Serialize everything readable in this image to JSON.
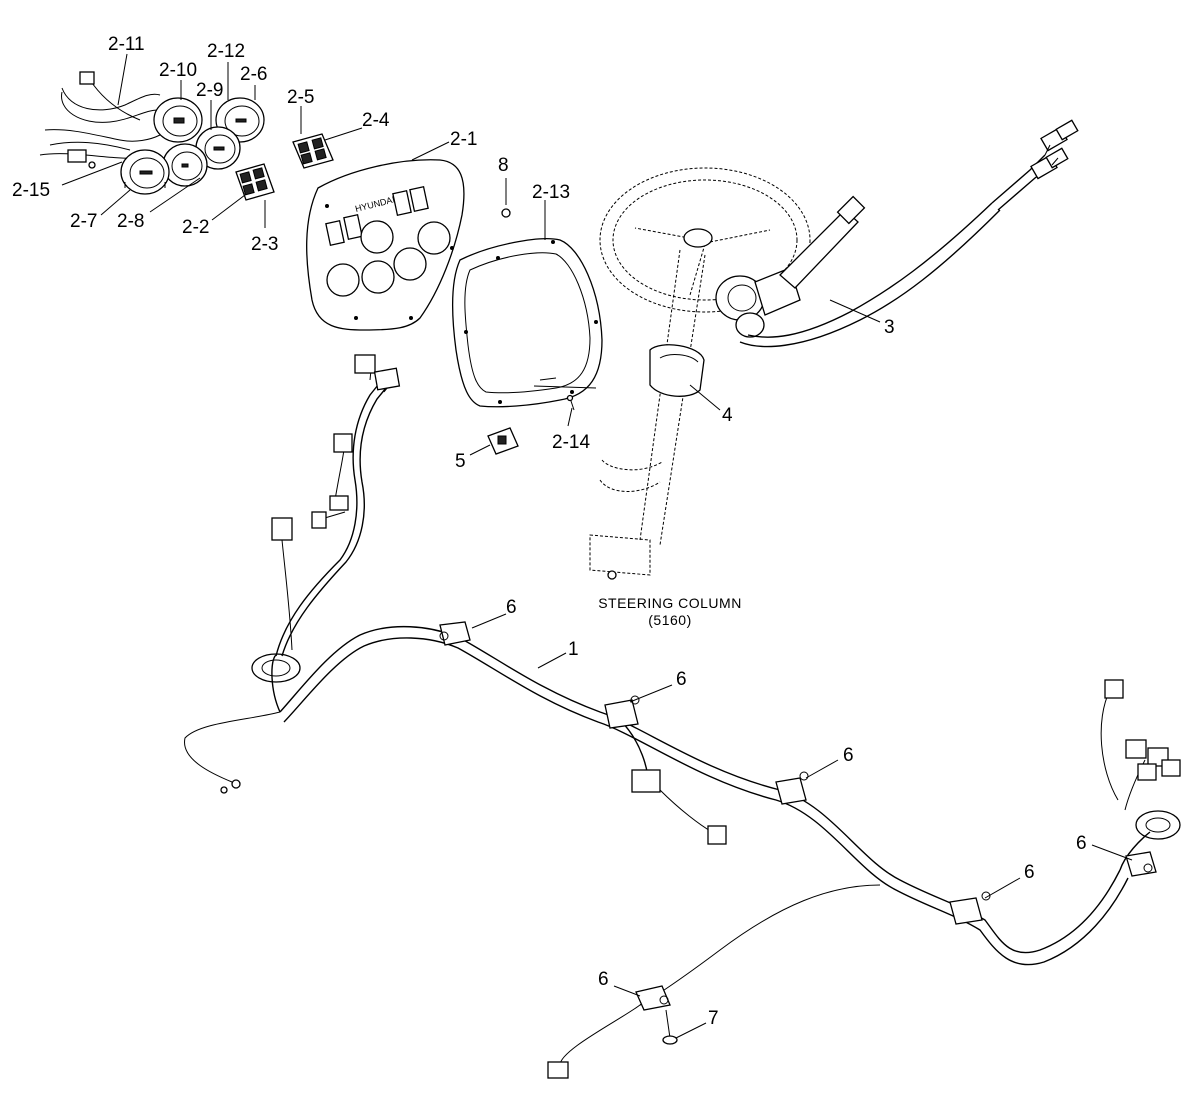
{
  "caption": {
    "title": "STEERING COLUMN",
    "ref": "(5160)"
  },
  "panel_text": "HYUNDAI",
  "callouts": [
    {
      "id": "c_2_11",
      "text": "2-11"
    },
    {
      "id": "c_2_10",
      "text": "2-10"
    },
    {
      "id": "c_2_12",
      "text": "2-12"
    },
    {
      "id": "c_2_9",
      "text": "2-9"
    },
    {
      "id": "c_2_6",
      "text": "2-6"
    },
    {
      "id": "c_2_5",
      "text": "2-5"
    },
    {
      "id": "c_2_4",
      "text": "2-4"
    },
    {
      "id": "c_2_1",
      "text": "2-1"
    },
    {
      "id": "c_2_15",
      "text": "2-15"
    },
    {
      "id": "c_2_7",
      "text": "2-7"
    },
    {
      "id": "c_2_8",
      "text": "2-8"
    },
    {
      "id": "c_2_2",
      "text": "2-2"
    },
    {
      "id": "c_2_3",
      "text": "2-3"
    },
    {
      "id": "c_8",
      "text": "8"
    },
    {
      "id": "c_2_13",
      "text": "2-13"
    },
    {
      "id": "c_3",
      "text": "3"
    },
    {
      "id": "c_4",
      "text": "4"
    },
    {
      "id": "c_5",
      "text": "5"
    },
    {
      "id": "c_2_14",
      "text": "2-14"
    },
    {
      "id": "c_6a",
      "text": "6"
    },
    {
      "id": "c_1",
      "text": "1"
    },
    {
      "id": "c_6b",
      "text": "6"
    },
    {
      "id": "c_6c",
      "text": "6"
    },
    {
      "id": "c_6d",
      "text": "6"
    },
    {
      "id": "c_6e",
      "text": "6"
    },
    {
      "id": "c_6f",
      "text": "6"
    },
    {
      "id": "c_7",
      "text": "7"
    }
  ]
}
